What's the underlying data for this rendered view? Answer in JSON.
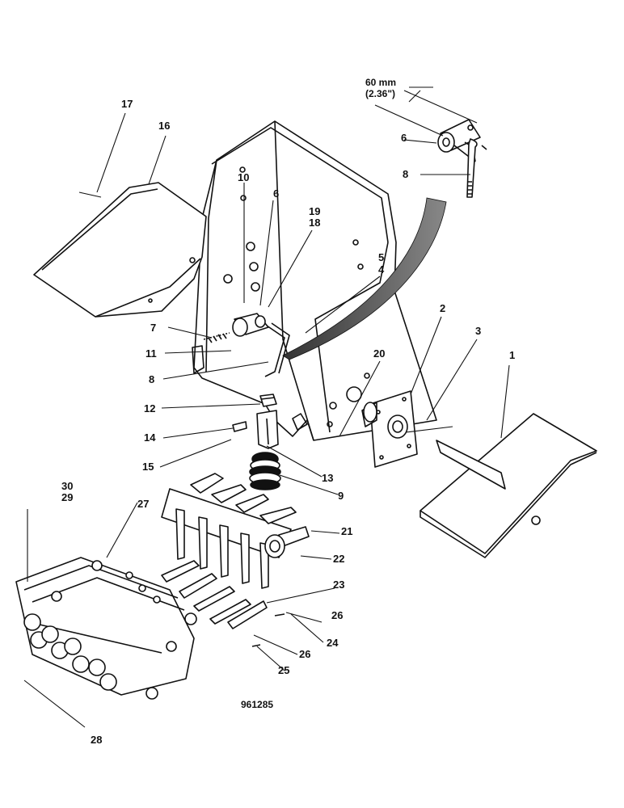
{
  "drawing_number": "961285",
  "dimension": {
    "value": "60 mm",
    "alt": "(2.36\")"
  },
  "callouts": {
    "c1": "1",
    "c2": "2",
    "c3": "3",
    "c4": "4",
    "c5": "5",
    "c6a": "6",
    "c6b": "6",
    "c7": "7",
    "c8a": "8",
    "c8b": "8",
    "c9": "9",
    "c10": "10",
    "c11": "11",
    "c12": "12",
    "c13": "13",
    "c14": "14",
    "c15": "15",
    "c16": "16",
    "c17": "17",
    "c18": "18",
    "c19": "19",
    "c20": "20",
    "c21": "21",
    "c22": "22",
    "c23": "23",
    "c24": "24",
    "c25": "25",
    "c26a": "26",
    "c26b": "26",
    "c27": "27",
    "c28": "28",
    "c29": "29",
    "c30": "30"
  },
  "style": {
    "ink": "#111111",
    "paper": "#ffffff"
  }
}
